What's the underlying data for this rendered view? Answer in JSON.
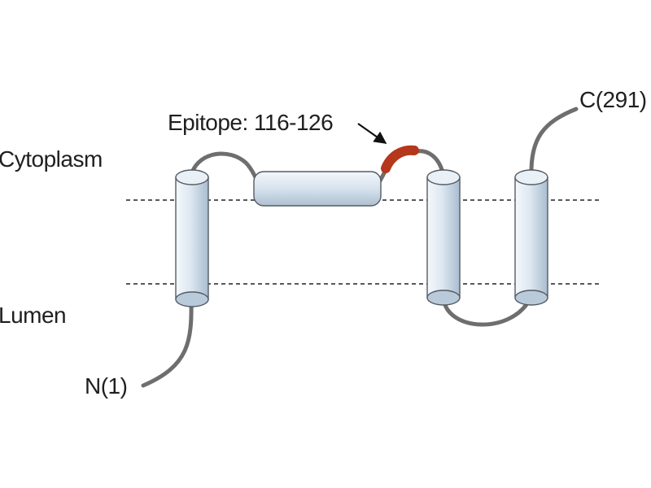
{
  "labels": {
    "cytoplasm": "Cytoplasm",
    "lumen": "Lumen",
    "epitope": "Epitope: 116-126",
    "n_terminus": "N(1)",
    "c_terminus": "C(291)"
  },
  "colors": {
    "helix_fill_light": "#eef4f9",
    "helix_fill_dark": "#b9cadb",
    "helix_outline": "#555c64",
    "loop": "#6e6e6e",
    "epitope": "#b5371c",
    "membrane_line": "#222222"
  }
}
